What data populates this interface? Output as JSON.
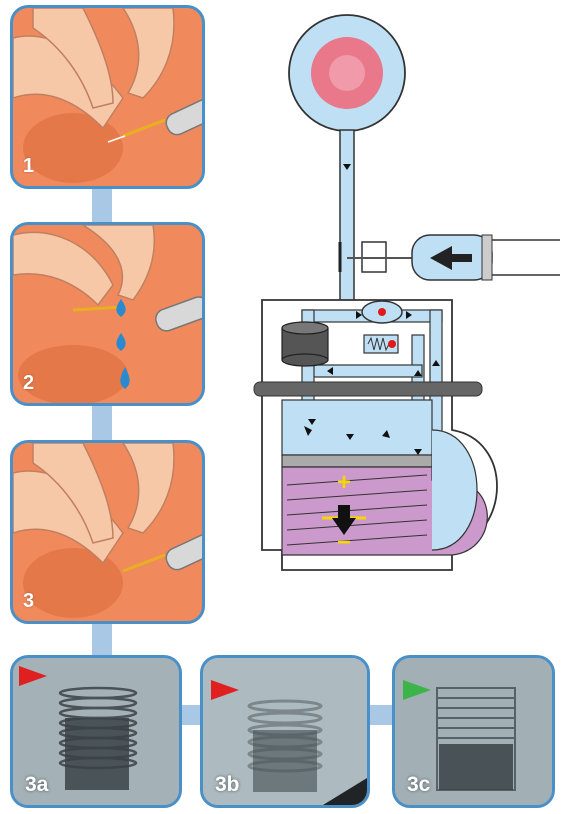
{
  "steps": [
    {
      "label": "1"
    },
    {
      "label": "2"
    },
    {
      "label": "3"
    }
  ],
  "xrays": [
    {
      "label": "3a",
      "marker_color": "#e02020"
    },
    {
      "label": "3b",
      "marker_color": "#e02020"
    },
    {
      "label": "3c",
      "marker_color": "#3cb44a"
    }
  ],
  "diagram": {
    "plus_sign": "+",
    "minus_sign": "−"
  },
  "colors": {
    "panel_border": "#4a90c8",
    "connector": "#a8c8e6",
    "skin": "#f08a5d",
    "fluid": "#bfe0f4",
    "reservoir": "#cc99cc",
    "valve_dot": "#e01a1a",
    "sign": "#f5d800"
  }
}
